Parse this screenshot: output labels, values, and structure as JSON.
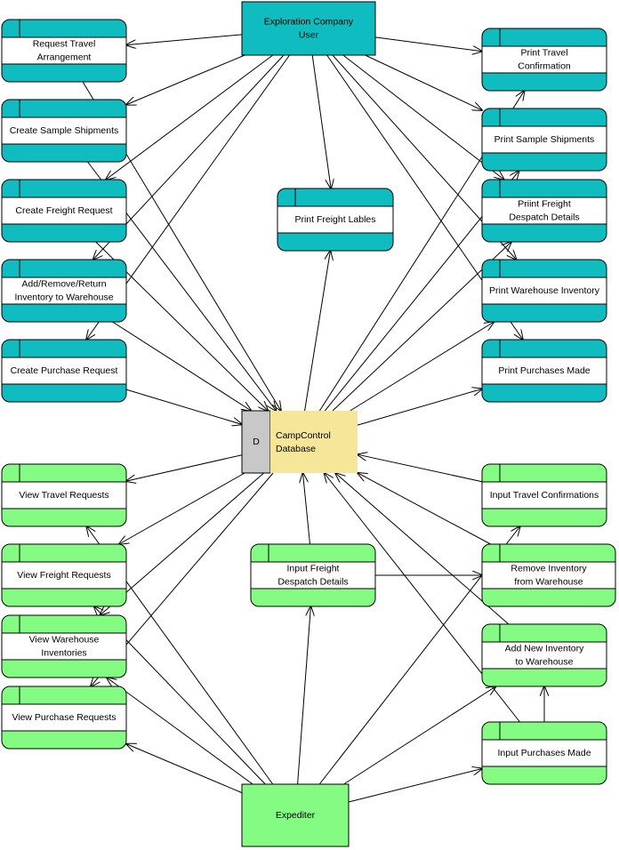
{
  "colors": {
    "cyan": "#0fbcbf",
    "green": "#84fc84",
    "database_label": "#f5e69a",
    "database_id": "#c8c8c8",
    "line": "#000000"
  },
  "entities": {
    "user": {
      "lines": [
        "Exploration Company",
        "User"
      ]
    },
    "expediter": {
      "lines": [
        "Expediter"
      ]
    }
  },
  "database": {
    "id": "D",
    "lines": [
      "CampControl",
      "Database"
    ]
  },
  "processes": {
    "request_travel": {
      "lines": [
        "Request Travel",
        "Arrangement"
      ]
    },
    "create_sample": {
      "lines": [
        "Create Sample Shipments"
      ]
    },
    "create_freight": {
      "lines": [
        "Create Freight Request"
      ]
    },
    "add_remove_inventory": {
      "lines": [
        "Add/Remove/Return",
        "Inventory to Warehouse"
      ]
    },
    "create_purchase": {
      "lines": [
        "Create Purchase Request"
      ]
    },
    "print_freight_labels": {
      "lines": [
        "Print Freight Lables"
      ]
    },
    "print_travel": {
      "lines": [
        "Print Travel",
        "Confirmation"
      ]
    },
    "print_sample": {
      "lines": [
        "Print Sample Shipments"
      ]
    },
    "print_freight_despatch": {
      "lines": [
        "Priint Freight",
        "Despatch Details"
      ]
    },
    "print_warehouse": {
      "lines": [
        "Print Warehouse Inventory"
      ]
    },
    "print_purchases": {
      "lines": [
        "Print Purchases Made"
      ]
    },
    "view_travel": {
      "lines": [
        "View Travel Requests"
      ]
    },
    "view_freight": {
      "lines": [
        "View Freight Requests"
      ]
    },
    "view_warehouse": {
      "lines": [
        "View Warehouse",
        "Inventories"
      ]
    },
    "view_purchase": {
      "lines": [
        "View Purchase Requests"
      ]
    },
    "input_freight_despatch": {
      "lines": [
        "Input Freight",
        "Despatch Details"
      ]
    },
    "input_travel": {
      "lines": [
        "Input Travel Confirmations"
      ]
    },
    "remove_inventory": {
      "lines": [
        "Remove Inventory",
        "from Warehouse"
      ]
    },
    "add_inventory": {
      "lines": [
        "Add New Inventory",
        "to Warehouse"
      ]
    },
    "input_purchases": {
      "lines": [
        "Input Purchases Made"
      ]
    }
  },
  "flows": [
    [
      "user",
      "request_travel"
    ],
    [
      "user",
      "create_sample"
    ],
    [
      "user",
      "create_freight"
    ],
    [
      "user",
      "add_remove_inventory"
    ],
    [
      "user",
      "create_purchase"
    ],
    [
      "user",
      "print_freight_labels"
    ],
    [
      "user",
      "print_travel"
    ],
    [
      "user",
      "print_sample"
    ],
    [
      "user",
      "print_freight_despatch"
    ],
    [
      "user",
      "print_warehouse"
    ],
    [
      "user",
      "print_purchases"
    ],
    [
      "request_travel",
      "database"
    ],
    [
      "create_sample",
      "database"
    ],
    [
      "create_freight",
      "database"
    ],
    [
      "add_remove_inventory",
      "database"
    ],
    [
      "create_purchase",
      "database"
    ],
    [
      "database",
      "print_freight_labels"
    ],
    [
      "database",
      "print_travel"
    ],
    [
      "database",
      "print_sample"
    ],
    [
      "database",
      "print_freight_despatch"
    ],
    [
      "database",
      "print_warehouse"
    ],
    [
      "database",
      "print_purchases"
    ],
    [
      "database",
      "view_travel"
    ],
    [
      "database",
      "view_freight"
    ],
    [
      "database",
      "view_warehouse"
    ],
    [
      "database",
      "view_purchase"
    ],
    [
      "expediter",
      "view_travel"
    ],
    [
      "expediter",
      "view_freight"
    ],
    [
      "expediter",
      "view_warehouse"
    ],
    [
      "expediter",
      "view_purchase"
    ],
    [
      "expediter",
      "input_freight_despatch"
    ],
    [
      "expediter",
      "input_travel"
    ],
    [
      "expediter",
      "add_inventory"
    ],
    [
      "expediter",
      "input_purchases"
    ],
    [
      "input_freight_despatch",
      "database"
    ],
    [
      "input_freight_despatch",
      "remove_inventory"
    ],
    [
      "input_travel",
      "database"
    ],
    [
      "remove_inventory",
      "database"
    ],
    [
      "add_inventory",
      "database"
    ],
    [
      "input_purchases",
      "database"
    ],
    [
      "input_purchases",
      "add_inventory"
    ]
  ]
}
